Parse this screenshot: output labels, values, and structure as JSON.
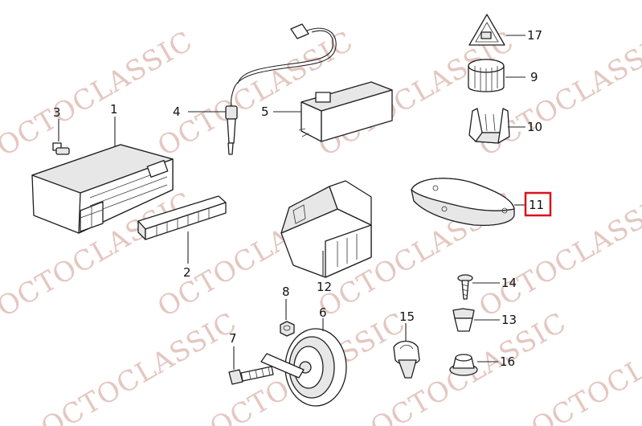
{
  "watermark": "OCTOCLASSIC",
  "highlight_color": "#d7141a",
  "watermark_color": "#e4c7c1",
  "highlighted_part": "11",
  "callouts": {
    "p1": "1",
    "p2": "2",
    "p3": "3",
    "p4": "4",
    "p5": "5",
    "p6": "6",
    "p7": "7",
    "p8": "8",
    "p9": "9",
    "p10": "10",
    "p11": "11",
    "p12": "12",
    "p13": "13",
    "p14": "14",
    "p15": "15",
    "p16": "16",
    "p17": "17"
  }
}
